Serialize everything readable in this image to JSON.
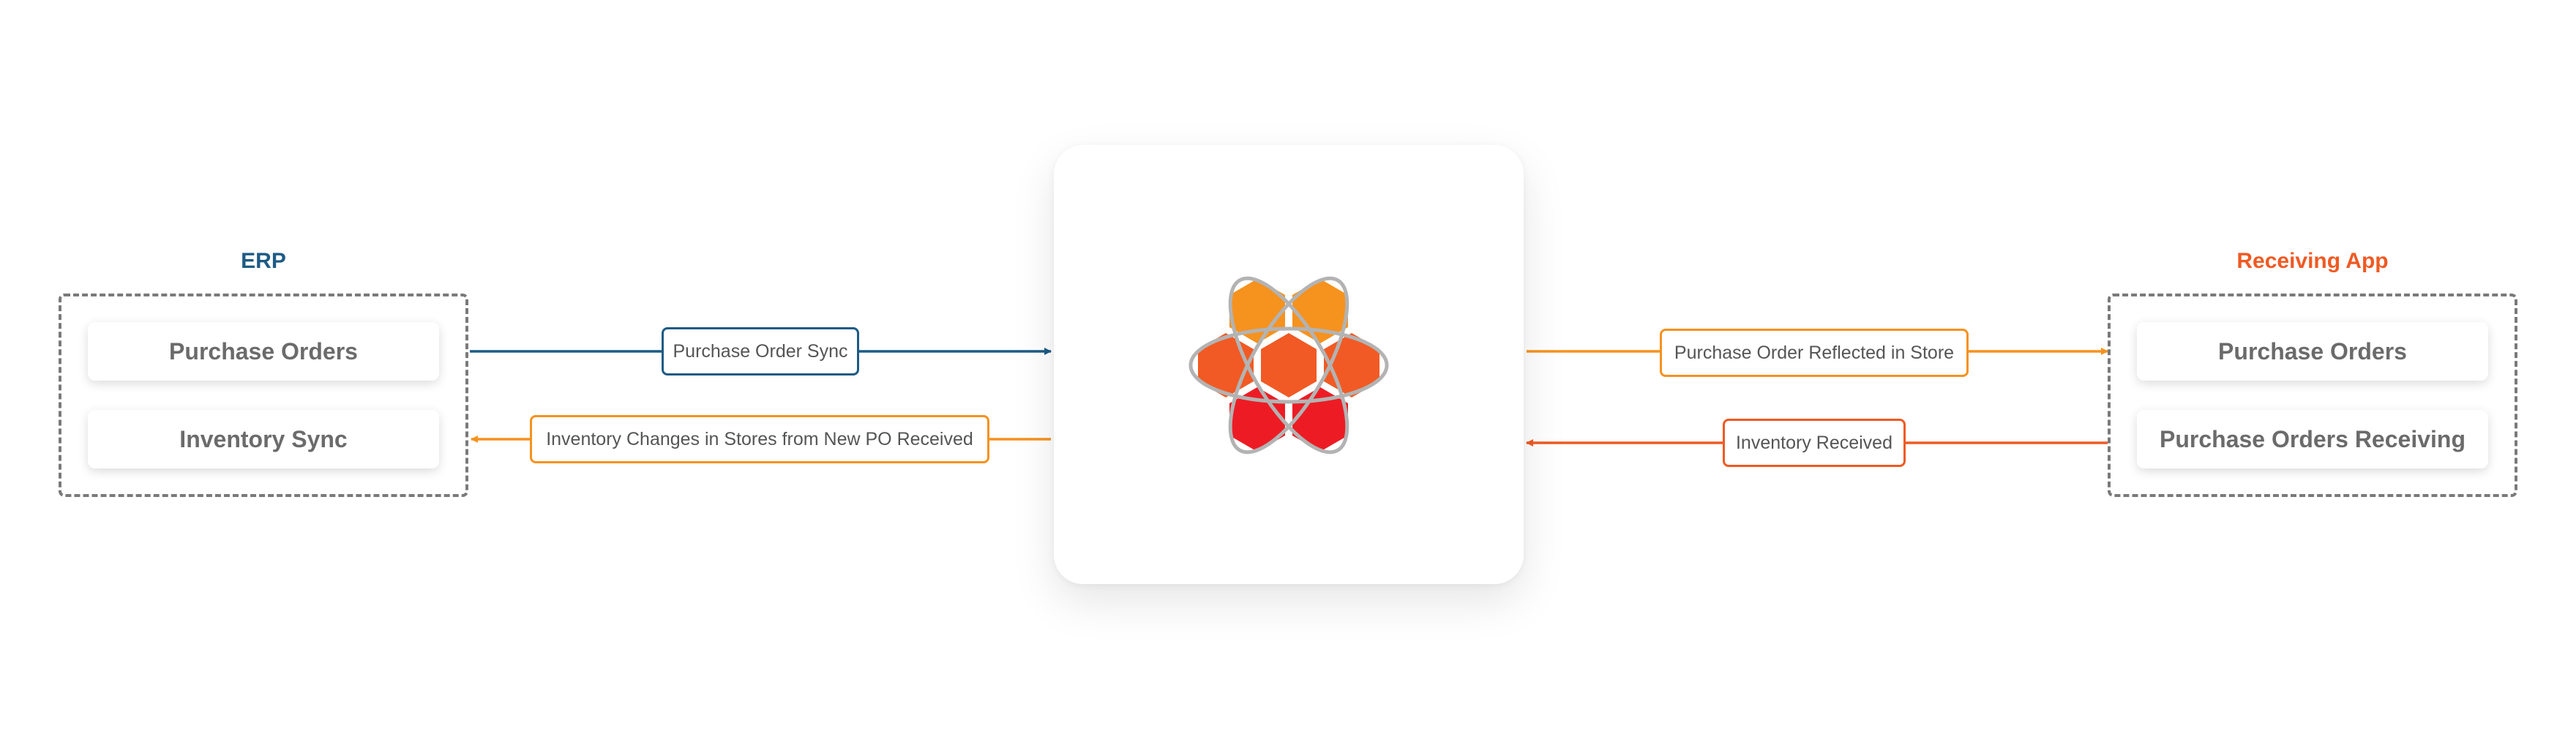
{
  "left_group": {
    "title": "ERP",
    "title_color": "#1d5b85",
    "items": [
      {
        "label": "Purchase Orders"
      },
      {
        "label": "Inventory Sync"
      }
    ]
  },
  "right_group": {
    "title": "Receiving App",
    "title_color": "#ef5a23",
    "items": [
      {
        "label": "Purchase Orders"
      },
      {
        "label": "Purchase Orders Receiving"
      }
    ]
  },
  "hub": {
    "logo": "hexagon-atom-logo-icon",
    "hex_colors": [
      "#f6921e",
      "#f15a24",
      "#ed1c24"
    ],
    "orbit_color": "#b3b3b3"
  },
  "flows": [
    {
      "label": "Purchase Order Sync",
      "direction": "to-hub",
      "color": "#1d5b85"
    },
    {
      "label": "Inventory Changes in Stores from New PO Received",
      "direction": "to-erp",
      "color": "#f6921e"
    },
    {
      "label": "Purchase Order Reflected in Store",
      "direction": "to-receiving-app",
      "color": "#f6921e"
    },
    {
      "label": "Inventory Received",
      "direction": "to-hub",
      "color": "#ef5a23"
    }
  ]
}
